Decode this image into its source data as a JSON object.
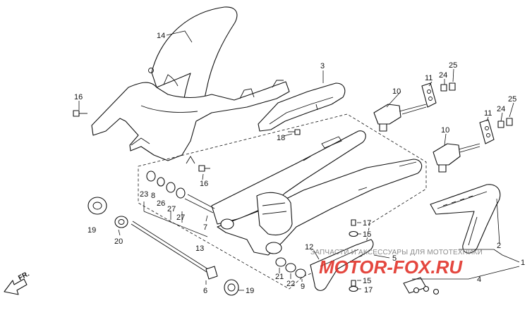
{
  "labels": {
    "p14": "14",
    "p3": "3",
    "p16a": "16",
    "p16b": "16",
    "p18": "18",
    "p10a": "10",
    "p10b": "10",
    "p11a": "11",
    "p11b": "11",
    "p24a": "24",
    "p24b": "24",
    "p25a": "25",
    "p25b": "25",
    "p23": "23",
    "p8": "8",
    "p26": "26",
    "p27a": "27",
    "p27b": "27",
    "p7": "7",
    "p19a": "19",
    "p19b": "19",
    "p20": "20",
    "p13": "13",
    "p6": "6",
    "p21": "21",
    "p22": "22",
    "p9": "9",
    "p12": "12",
    "p17a": "17",
    "p17b": "17",
    "p15a": "15",
    "p15b": "15",
    "p5": "5",
    "p2": "2",
    "p1": "1",
    "p4": "4",
    "fr": "FR."
  },
  "watermark": {
    "line1": "ЗАПЧАСТИ И АКСЕССУАРЫ ДЛЯ МОТОТЕХНИКИ",
    "line2": "MOTOR-FOX.RU"
  },
  "colors": {
    "ink": "#111111",
    "watermark_red": "#e0281e",
    "watermark_grey": "#8a8a8a"
  }
}
